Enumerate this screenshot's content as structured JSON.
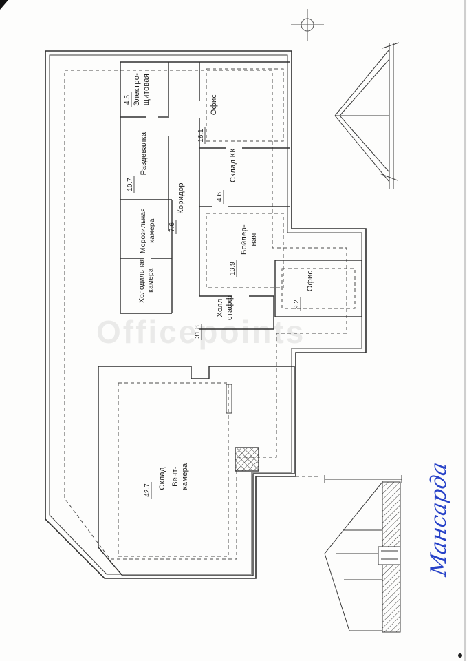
{
  "watermark": {
    "text": "Officepoints"
  },
  "annotations": {
    "handwritten_note": "Мансарда"
  },
  "plan": {
    "rooms": [
      {
        "id": "electro",
        "line1": "Электро-",
        "line2": "щитовая",
        "area": "4.5"
      },
      {
        "id": "office-top",
        "line1": "Офис",
        "line2": "",
        "area": "16.1"
      },
      {
        "id": "razdevalka",
        "line1": "Раздевалка",
        "line2": "",
        "area": "10.7"
      },
      {
        "id": "sklad-kk",
        "line1": "Склад КК",
        "line2": "",
        "area": "4.6"
      },
      {
        "id": "koridor",
        "line1": "Коридор",
        "line2": "",
        "area": "7.6"
      },
      {
        "id": "boiler",
        "line1": "Бойлер-",
        "line2": "ная",
        "area": "13.9"
      },
      {
        "id": "freezer",
        "line1": "Морозильная",
        "line2": "камера",
        "area": ""
      },
      {
        "id": "fridge",
        "line1": "Холодильная",
        "line2": "камера",
        "area": ""
      },
      {
        "id": "office-right",
        "line1": "Офис",
        "line2": "",
        "area": "9.2"
      },
      {
        "id": "hall-staff",
        "line1": "Холл",
        "line2": "стафф",
        "area": ""
      },
      {
        "id": "vent",
        "line1": "Вент-",
        "line2": "камера",
        "area": ""
      },
      {
        "id": "sklad-main",
        "line1": "Склад",
        "line2": "",
        "area": "42.7"
      }
    ],
    "dimensions": {
      "hall_area": "31.8"
    }
  },
  "colors": {
    "ink": "#2e2e2e",
    "handwriting": "#2742c8"
  }
}
